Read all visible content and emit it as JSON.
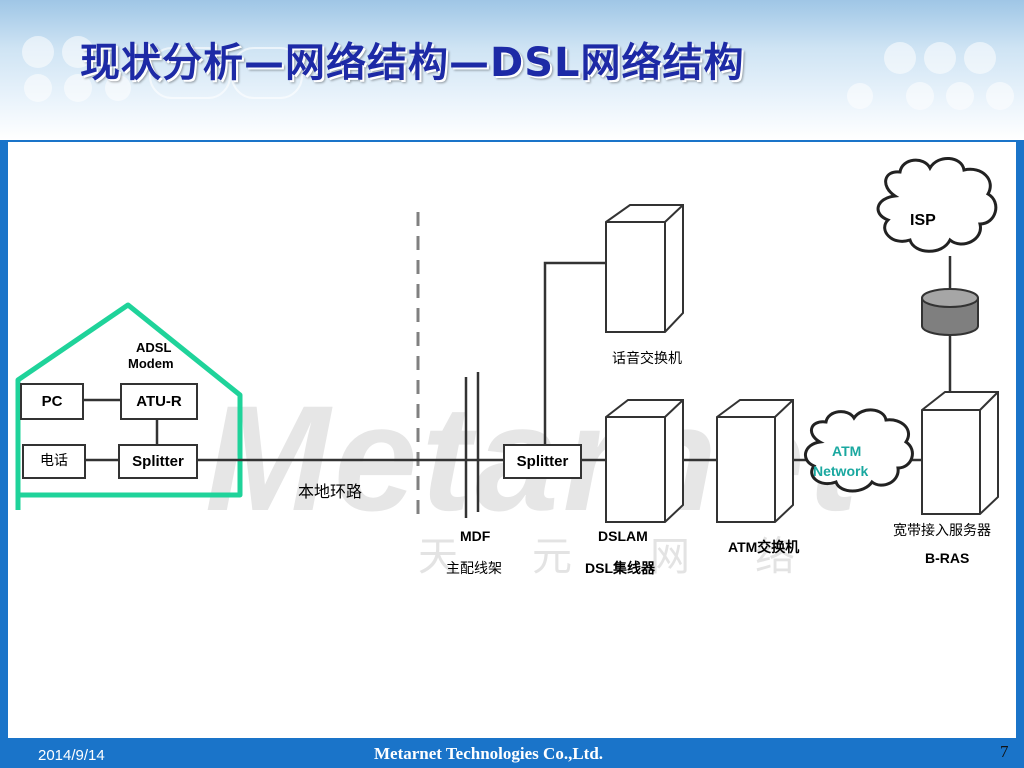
{
  "slide": {
    "title": "现状分析—网络结构—DSL网络结构"
  },
  "diagram": {
    "home": {
      "adsl_modem_label": "ADSL\nModem",
      "adsl": "ADSL",
      "modem": "Modem",
      "pc": "PC",
      "atu_r": "ATU-R",
      "phone": "电话",
      "splitter": "Splitter"
    },
    "local_loop": "本地环路",
    "mdf": "MDF",
    "mdf_cn": "主配线架",
    "co_splitter": "Splitter",
    "voice_switch": "话音交换机",
    "dslam": "DSLAM",
    "dslam_cn": "DSL集线器",
    "atm_switch": "ATM交换机",
    "atm_network_line1": "ATM",
    "atm_network_line2": "Network",
    "isp": "ISP",
    "bras_cn": "宽带接入服务器",
    "bras": "B-RAS",
    "watermark": "Metarnet",
    "watermark_cn": [
      "天",
      "元",
      "网",
      "络"
    ]
  },
  "footer": {
    "date": "2014/9/14",
    "company": "Metarnet Technologies Co.,Ltd.",
    "page": "7"
  },
  "colors": {
    "title": "#1d2aa6",
    "frame": "#1a74c9",
    "house": "#1fd39a",
    "atm_cloud_text": "#1aa8a0"
  }
}
